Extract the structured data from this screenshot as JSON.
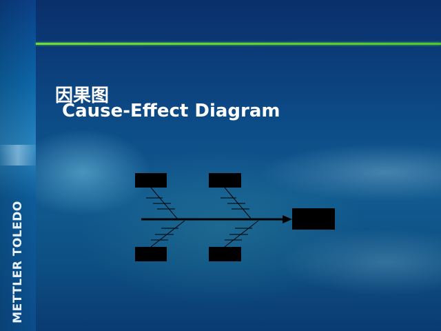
{
  "brand": {
    "name": "METTLER TOLEDO"
  },
  "slide": {
    "title_cn": "因果图",
    "title_en": "Cause-Effect Diagram"
  },
  "colors": {
    "accent_rule": "#5cd22e",
    "box_fill": "#000000",
    "line": "#000000",
    "background": "#0d4f86"
  },
  "diagram": {
    "type": "fishbone",
    "category_boxes": 4,
    "effect_box": 1,
    "labels": []
  }
}
